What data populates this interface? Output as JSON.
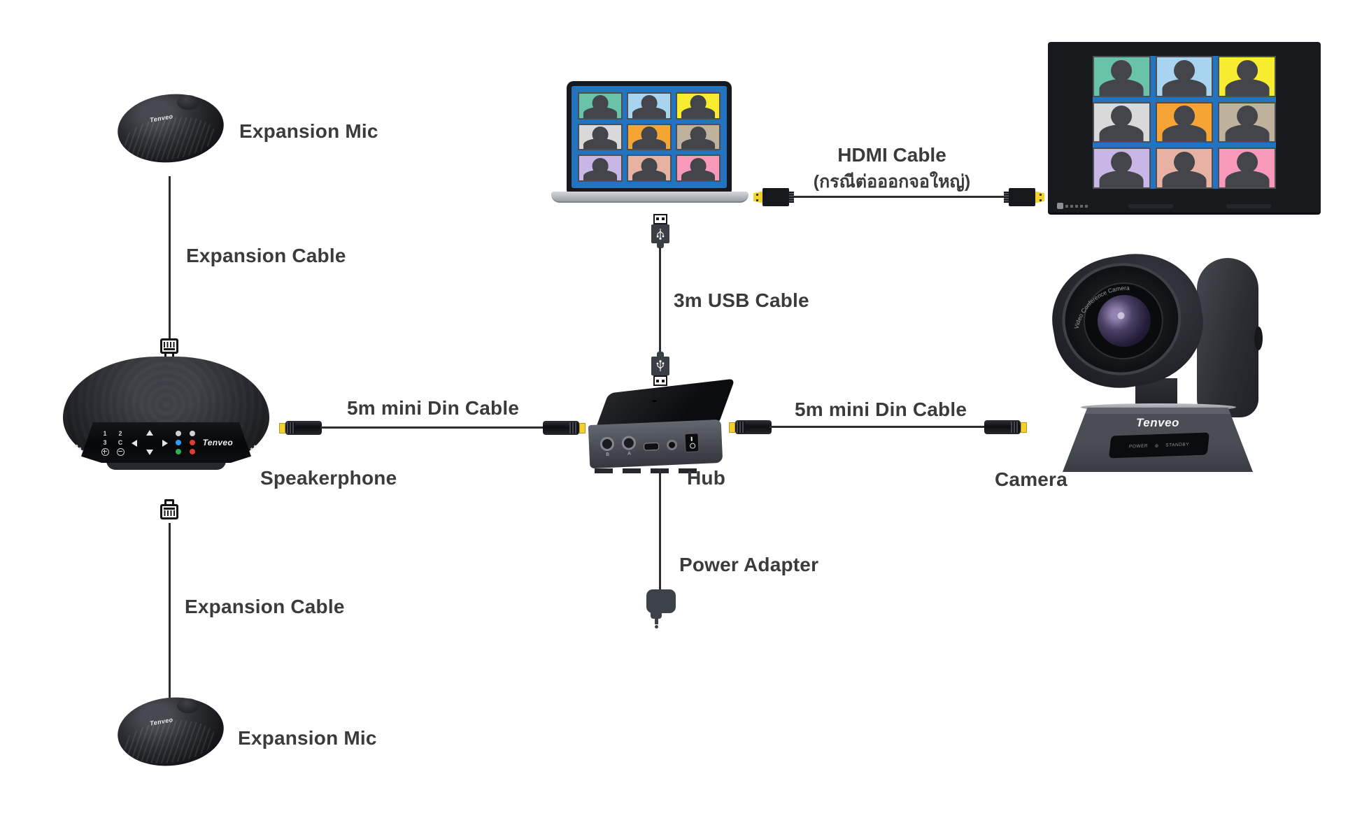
{
  "brand": "Tenveo",
  "nodes": {
    "expansion_mic_top": "Expansion Mic",
    "speakerphone": "Speakerphone",
    "hub": "Hub",
    "camera": "Camera",
    "power_adapter": "Power Adapter",
    "expansion_mic_bottom": "Expansion Mic"
  },
  "cables": {
    "expansion_cable_top": "Expansion Cable",
    "din_cable_left": "5m mini Din Cable",
    "usb_cable": "3m USB Cable",
    "hdmi_cable_line1": "HDMI Cable",
    "hdmi_cable_line2": "(กรณีต่อออกจอใหญ่)",
    "din_cable_right": "5m mini Din Cable",
    "expansion_cable_bottom": "Expansion Cable"
  },
  "speakerphone_buttons": {
    "b1": "1",
    "b2": "2",
    "b3": "3",
    "bc": "C"
  },
  "hub_ports": {
    "port_b": "B",
    "port_a": "A"
  },
  "camera_panel": {
    "power": "POWER",
    "standby": "STANDBY",
    "lens_text": "Video Conference Camera"
  },
  "colors": {
    "screen_blue": "#2273c0",
    "connector_yellow": "#f2d12d",
    "label_text": "#3b3b3b",
    "tiles": [
      "#69c3a8",
      "#a9d4ef",
      "#f7ec30",
      "#d9d9d9",
      "#f6a433",
      "#bfb29d",
      "#c8b6e6",
      "#e8b2a3",
      "#f899b9"
    ]
  }
}
